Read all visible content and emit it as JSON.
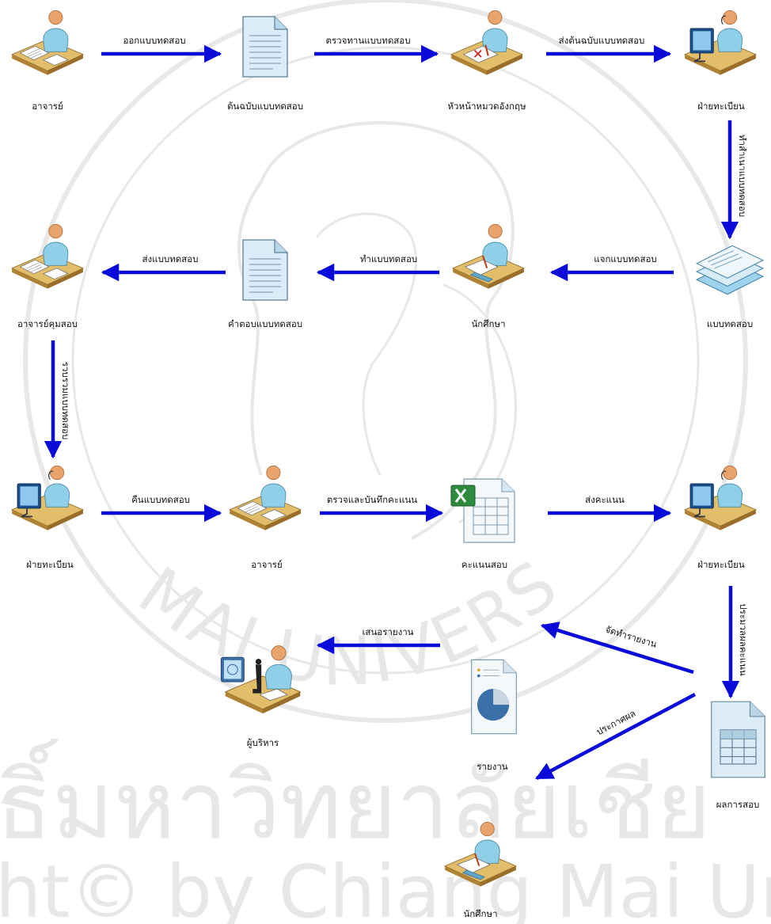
{
  "watermark": {
    "arc_text": "MAI UNIVERS",
    "thai_text": "ธิ์มหาวิทยาลัยเชีย",
    "copyright_text": "ht© by Chiang Mai Univ"
  },
  "colors": {
    "arrow": "#0b0bd9",
    "watermark": "#e6e6e6",
    "skin": "#e8a46c",
    "shirt": "#8fd0e8",
    "desk": "#d8b25a",
    "paper": "#eaf4fb"
  },
  "nodes": [
    {
      "id": "n1",
      "label": "อาจารย์",
      "icon": "teacher-at-desk-icon"
    },
    {
      "id": "n2",
      "label": "ต้นฉบับแบบทดสอบ",
      "icon": "document-icon"
    },
    {
      "id": "n3",
      "label": "หัวหน้าหมวดอังกฤษ",
      "icon": "reviewer-at-desk-icon"
    },
    {
      "id": "n4",
      "label": "ฝ่ายทะเบียน",
      "icon": "registrar-at-computer-icon"
    },
    {
      "id": "n5",
      "label": "แบบทดสอบ",
      "icon": "paper-stack-icon"
    },
    {
      "id": "n6",
      "label": "นักศึกษา",
      "icon": "student-at-desk-icon"
    },
    {
      "id": "n7",
      "label": "คำตอบแบบทดสอบ",
      "icon": "document-icon"
    },
    {
      "id": "n8",
      "label": "อาจารย์คุมสอบ",
      "icon": "teacher-at-desk-icon"
    },
    {
      "id": "n9",
      "label": "ฝ่ายทะเบียน",
      "icon": "registrar-at-computer-icon"
    },
    {
      "id": "n10",
      "label": "อาจารย์",
      "icon": "teacher-at-desk-icon"
    },
    {
      "id": "n11",
      "label": "คะแนนสอบ",
      "icon": "excel-file-icon"
    },
    {
      "id": "n12",
      "label": "ฝ่ายทะเบียน",
      "icon": "registrar-at-computer-icon"
    },
    {
      "id": "n13",
      "label": "ผลการสอบ",
      "icon": "table-document-icon"
    },
    {
      "id": "n14",
      "label": "รายงาน",
      "icon": "report-document-icon"
    },
    {
      "id": "n15",
      "label": "ผู้บริหาร",
      "icon": "executive-at-desk-icon"
    },
    {
      "id": "n16",
      "label": "นักศึกษา",
      "icon": "student-at-desk-icon"
    }
  ],
  "edges": [
    {
      "from": "n1",
      "to": "n2",
      "label": "ออกแบบทดสอบ"
    },
    {
      "from": "n2",
      "to": "n3",
      "label": "ตรวจทานแบบทดสอบ"
    },
    {
      "from": "n3",
      "to": "n4",
      "label": "ส่งต้นฉบับแบบทดสอบ"
    },
    {
      "from": "n4",
      "to": "n5",
      "label": "ทำสำเนาแบบทดสอบ"
    },
    {
      "from": "n5",
      "to": "n6",
      "label": "แจกแบบทดสอบ"
    },
    {
      "from": "n6",
      "to": "n7",
      "label": "ทำแบบทดสอบ"
    },
    {
      "from": "n7",
      "to": "n8",
      "label": "ส่งแบบทดสอบ"
    },
    {
      "from": "n8",
      "to": "n9",
      "label": "รวบรวมแบบทดสอบ"
    },
    {
      "from": "n9",
      "to": "n10",
      "label": "คืนแบบทดสอบ"
    },
    {
      "from": "n10",
      "to": "n11",
      "label": "ตรวจและบันทึกคะแนน"
    },
    {
      "from": "n11",
      "to": "n12",
      "label": "ส่งคะแนน"
    },
    {
      "from": "n12",
      "to": "n13",
      "label": "ประมวลผลคะแนน"
    },
    {
      "from": "n13",
      "to": "n14",
      "label": "จัดทำรายงาน"
    },
    {
      "from": "n14",
      "to": "n15",
      "label": "เสนอรายงาน"
    },
    {
      "from": "n13",
      "to": "n16",
      "label": "ประกาศผล"
    }
  ]
}
